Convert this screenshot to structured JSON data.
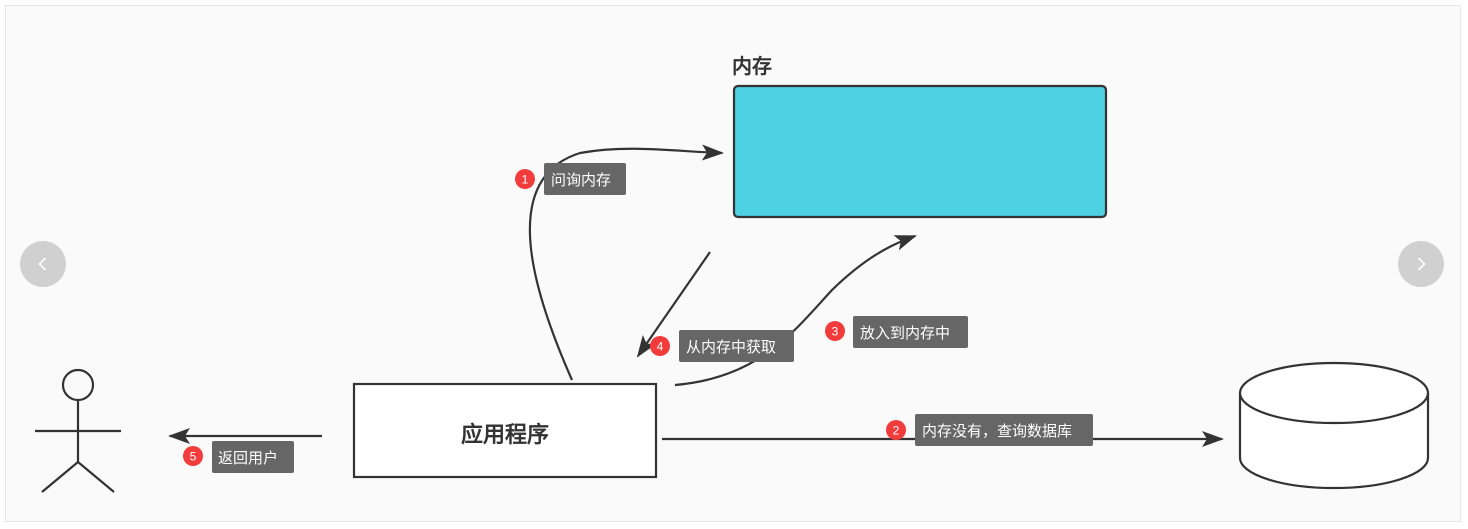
{
  "diagram": {
    "memory": {
      "title": "内存"
    },
    "app": {
      "label": "应用程序"
    },
    "user_icon": "user-icon",
    "database_icon": "database-icon",
    "steps": [
      {
        "number": "1",
        "label": "问询内存"
      },
      {
        "number": "2",
        "label": "内存没有，查询数据库"
      },
      {
        "number": "3",
        "label": "放入到内存中"
      },
      {
        "number": "4",
        "label": "从内存中获取"
      },
      {
        "number": "5",
        "label": "返回用户"
      }
    ]
  },
  "carousel": {
    "prev_icon": "chevron-left-icon",
    "next_icon": "chevron-right-icon"
  },
  "colors": {
    "memory_fill": "#4fd1e4",
    "badge": "#f23c3c",
    "label_bg": "#666666",
    "stroke": "#333333",
    "box_fill": "#ffffff"
  }
}
